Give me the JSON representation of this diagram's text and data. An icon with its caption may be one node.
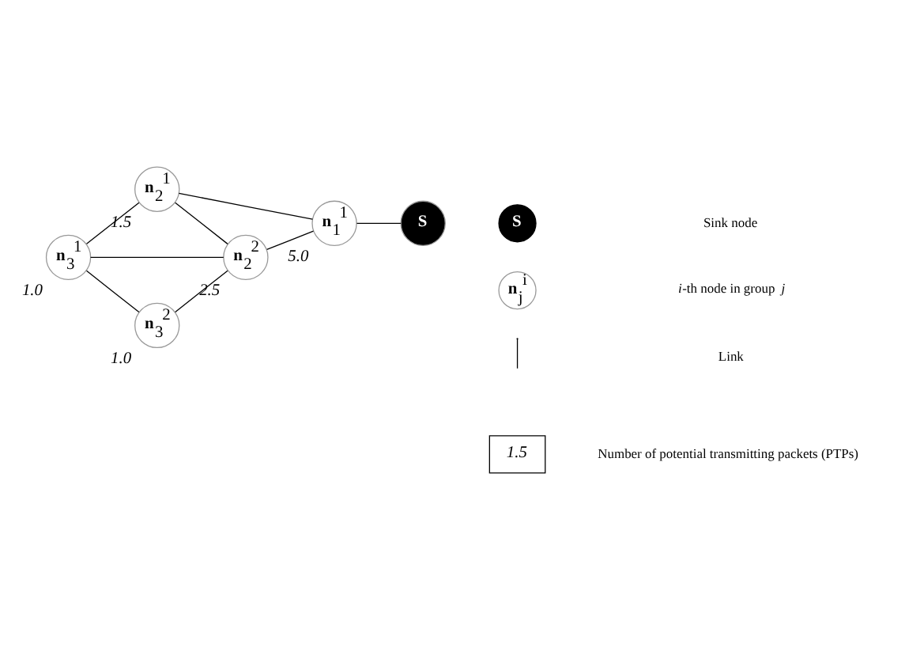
{
  "diagram": {
    "nodes": [
      {
        "text": [
          "**n**$_{3}$$^{1}$"
        ],
        "beside": [
          "1.0"
        ]
      },
      {
        "text": [
          "**n**$_{2}$$^{1}$"
        ],
        "beside": [
          "1.5"
        ]
      },
      {
        "text": [
          "**n**$_{1}$$^{1}$"
        ],
        "beside": [
          "5.0"
        ]
      },
      {
        "text": [
          "**n**$_{2}$$^{2}$"
        ],
        "beside": [
          "2.5"
        ]
      },
      {
        "text": [
          "**n**$_{3}$$^{2}$"
        ],
        "beside": [
          "1.0"
        ]
      },
      {
        "text": [
          "**S**"
        ]
      }
    ],
    "edges": [
      {
        "from": 0,
        "to": 1,
        "arrow": "none"
      },
      {
        "from": 0,
        "to": 3,
        "arrow": "none"
      },
      {
        "from": 0,
        "to": 4,
        "arrow": "none"
      },
      {
        "from": 1,
        "to": 3,
        "arrow": "none"
      },
      {
        "from": 1,
        "to": 2,
        "arrow": "none"
      },
      {
        "from": 3,
        "to": 2,
        "arrow": "none"
      },
      {
        "from": 4,
        "to": 3,
        "arrow": "none"
      },
      {
        "from": 2,
        "to": 5,
        "arrow": "none"
      }
    ],
    "labels": [
      "**S**",
      "**n**$_{j}$$^{i}$",
      "1.5"
    ],
    "legend": [
      {
        "text": "Sink node"
      },
      {
        "text": "*i*-th node in group *j*"
      },
      {
        "text": "Link"
      },
      {
        "text": "Number of potential transmitting packets (PTPs)"
      }
    ]
  }
}
